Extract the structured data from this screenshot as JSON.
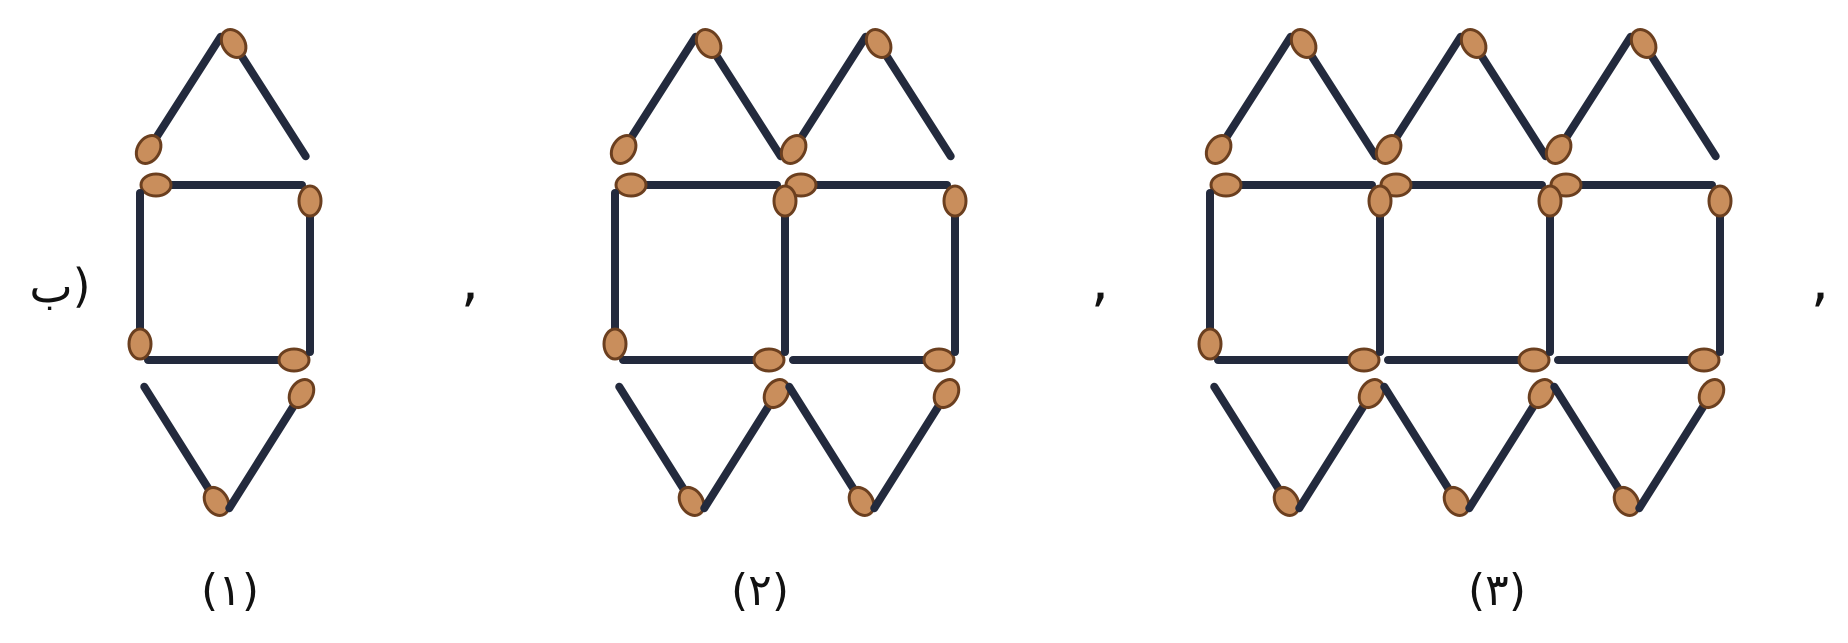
{
  "part_label": "ب)",
  "separator": ",",
  "figures": [
    {
      "label": "(۱)",
      "squares": 1
    },
    {
      "label": "(۲)",
      "squares": 2
    },
    {
      "label": "(۳)",
      "squares": 3
    }
  ],
  "colors": {
    "stick": "#232a3d",
    "match_head": "#c98e5c",
    "match_head_outline": "#6b3f1f"
  }
}
